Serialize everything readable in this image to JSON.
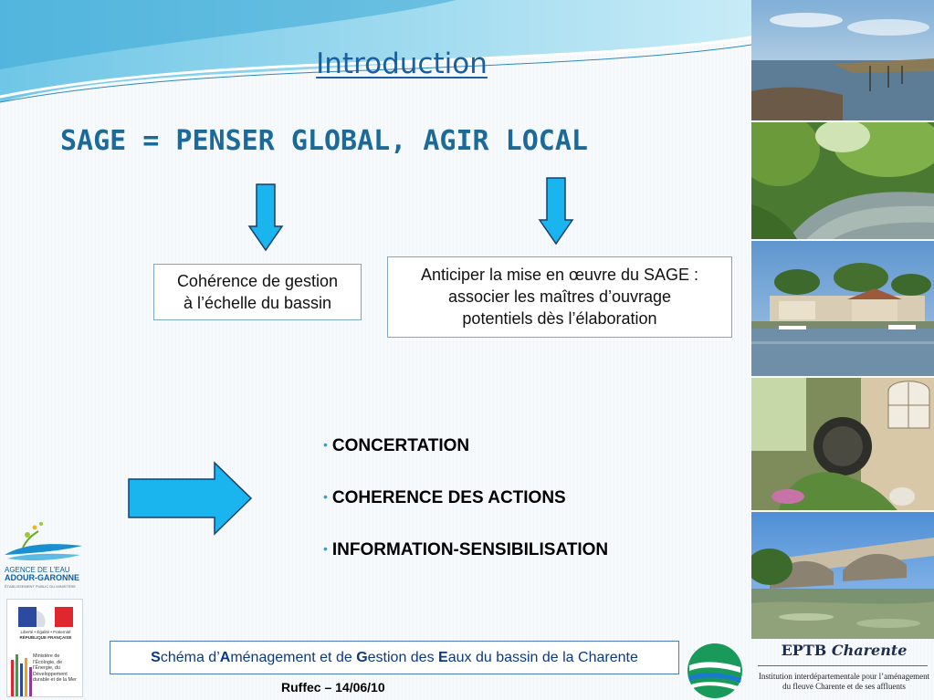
{
  "slide": {
    "title": "Introduction",
    "subtitle": "SAGE = PENSER GLOBAL, AGIR LOCAL",
    "box_left": {
      "line1": "Cohérence de gestion",
      "line2": "à l’échelle du bassin"
    },
    "box_right": {
      "line1": "Anticiper la mise en œuvre du SAGE :",
      "line2": "associer les maîtres d’ouvrage",
      "line3": "potentiels dès l’élaboration"
    },
    "bullets": [
      "CONCERTATION",
      "COHERENCE DES ACTIONS",
      "INFORMATION-SENSIBILISATION"
    ],
    "footer": {
      "s1": "S",
      "t1": "chéma d’",
      "s2": "A",
      "t2": "ménagement et de ",
      "s3": "G",
      "t3": "estion des ",
      "s4": "E",
      "t4": "aux du bassin de la Charente"
    },
    "date": "Ruffec – 14/06/10"
  },
  "logos": {
    "agence": {
      "line1": "AGENCE DE L’EAU",
      "line2": "ADOUR-GARONNE",
      "line3": "ÉTABLISSEMENT PUBLIC DU MINISTÈRE"
    },
    "ministry": {
      "motto": "Liberté • Égalité • Fraternité",
      "republic": "RÉPUBLIQUE FRANÇAISE",
      "text": "Ministère de l’Écologie, de l’Énergie, du Développement durable et de la Mer"
    },
    "eptb": {
      "title_a": "EPTB ",
      "title_b": "Charente",
      "line1": "Institution interdépartementale pour l’aménagement",
      "line2": "du fleuve Charente et de ses affluents"
    }
  },
  "colors": {
    "title": "#1a5fa0",
    "subtitle": "#1c6a99",
    "arrow_fill": "#1ab4ee",
    "footer_text": "#0a3a86"
  }
}
